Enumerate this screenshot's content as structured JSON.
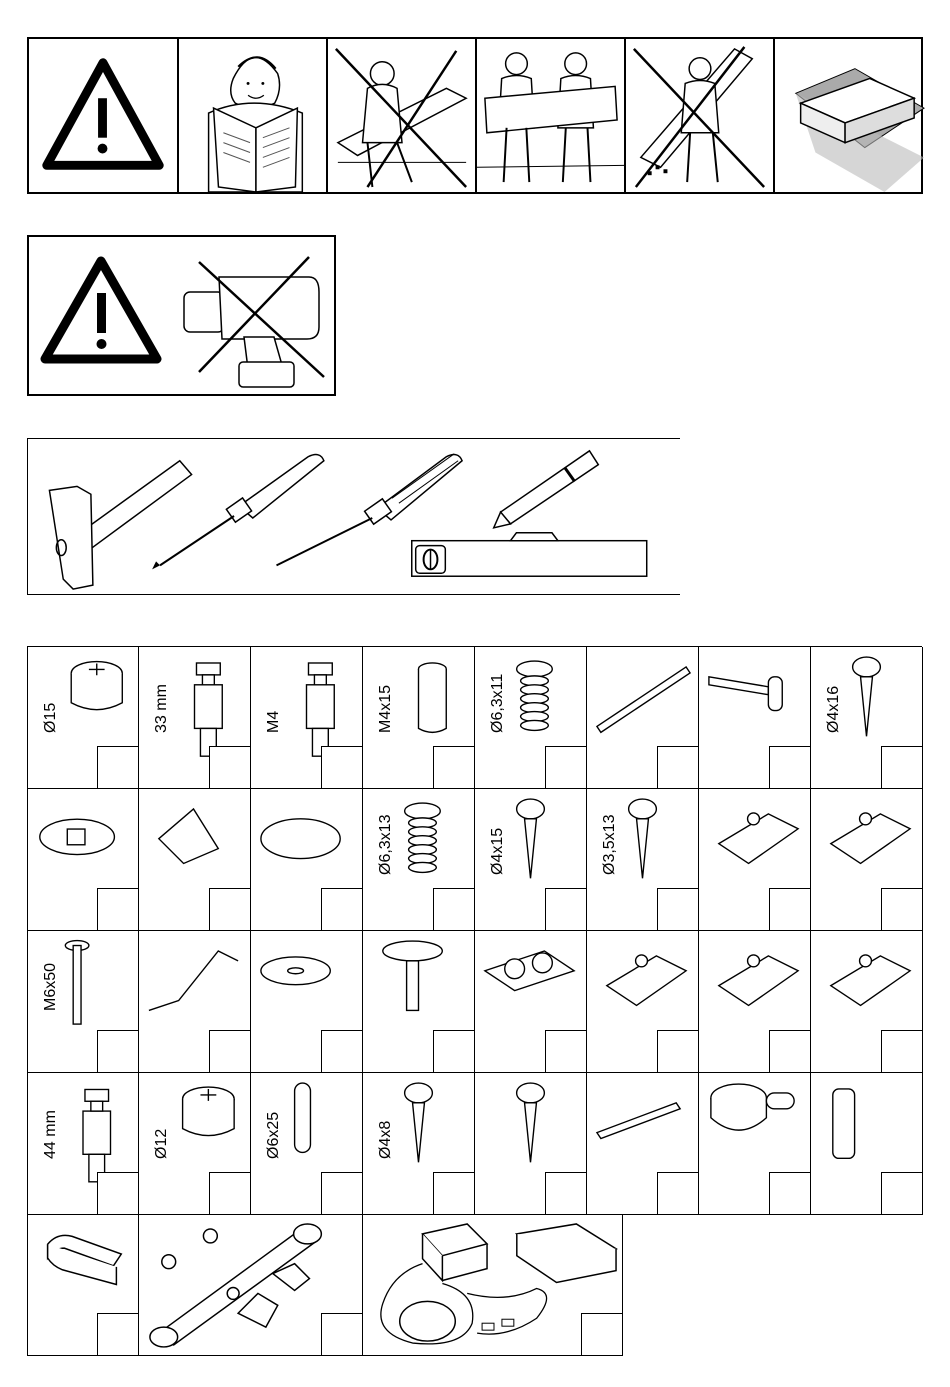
{
  "safety_panels": [
    {
      "name": "warning-triangle"
    },
    {
      "name": "read-instructions"
    },
    {
      "name": "no-single-person-lift"
    },
    {
      "name": "two-person-carry"
    },
    {
      "name": "no-drop-panel"
    },
    {
      "name": "assemble-on-soft-surface"
    }
  ],
  "drill_warning": {
    "name": "no-power-drill"
  },
  "tools": [
    "hammer",
    "flat-screwdriver",
    "phillips-screwdriver",
    "pencil",
    "spirit-level"
  ],
  "hardware_rows": [
    [
      {
        "label": "Ø15",
        "icon": "cam-lock-icon"
      },
      {
        "label": "33 mm",
        "icon": "cam-bolt-icon"
      },
      {
        "label": "M4",
        "icon": "cam-bolt-m4-icon"
      },
      {
        "label": "M4x15",
        "icon": "threaded-sleeve-icon"
      },
      {
        "label": "Ø6,3x11",
        "icon": "euro-screw-icon"
      },
      {
        "label": "",
        "icon": "drawer-rail-icon"
      },
      {
        "label": "",
        "icon": "wall-bracket-icon"
      },
      {
        "label": "Ø4x16",
        "icon": "wood-screw-icon"
      }
    ],
    [
      {
        "label": "",
        "icon": "cover-cap-icon"
      },
      {
        "label": "",
        "icon": "corner-connector-icon"
      },
      {
        "label": "",
        "icon": "felt-pad-icon"
      },
      {
        "label": "Ø6,3x13",
        "icon": "euro-screw-long-icon"
      },
      {
        "label": "Ø4x15",
        "icon": "chipboard-screw-icon"
      },
      {
        "label": "Ø3,5x13",
        "icon": "countersunk-screw-icon"
      },
      {
        "label": "",
        "icon": "hinge-plate-icon"
      },
      {
        "label": "",
        "icon": "hinge-icon"
      }
    ],
    [
      {
        "label": "M6x50",
        "icon": "machine-screw-icon"
      },
      {
        "label": "",
        "icon": "allen-key-icon"
      },
      {
        "label": "",
        "icon": "washer-icon"
      },
      {
        "label": "",
        "icon": "leveling-foot-icon"
      },
      {
        "label": "",
        "icon": "bumper-pads-icon"
      },
      {
        "label": "",
        "icon": "hinge-mount-icon"
      },
      {
        "label": "",
        "icon": "cup-hinge-icon"
      },
      {
        "label": "",
        "icon": "cup-hinge-alt-icon"
      }
    ],
    [
      {
        "label": "44 mm",
        "icon": "cam-bolt-long-icon"
      },
      {
        "label": "Ø12",
        "icon": "cam-lock-small-icon"
      },
      {
        "label": "Ø6x25",
        "icon": "wooden-dowel-icon"
      },
      {
        "label": "Ø4x8",
        "icon": "short-screw-icon"
      },
      {
        "label": "",
        "icon": "pan-screw-icon"
      },
      {
        "label": "",
        "icon": "angle-strip-icon"
      },
      {
        "label": "",
        "icon": "cable-grommet-icon"
      },
      {
        "label": "",
        "icon": "shelf-pin-icon"
      }
    ]
  ],
  "last_row": [
    {
      "icon": "cable-clip-icon"
    },
    {
      "icon": "gas-strut-icon"
    },
    {
      "icon": "led-light-kit-icon"
    }
  ]
}
